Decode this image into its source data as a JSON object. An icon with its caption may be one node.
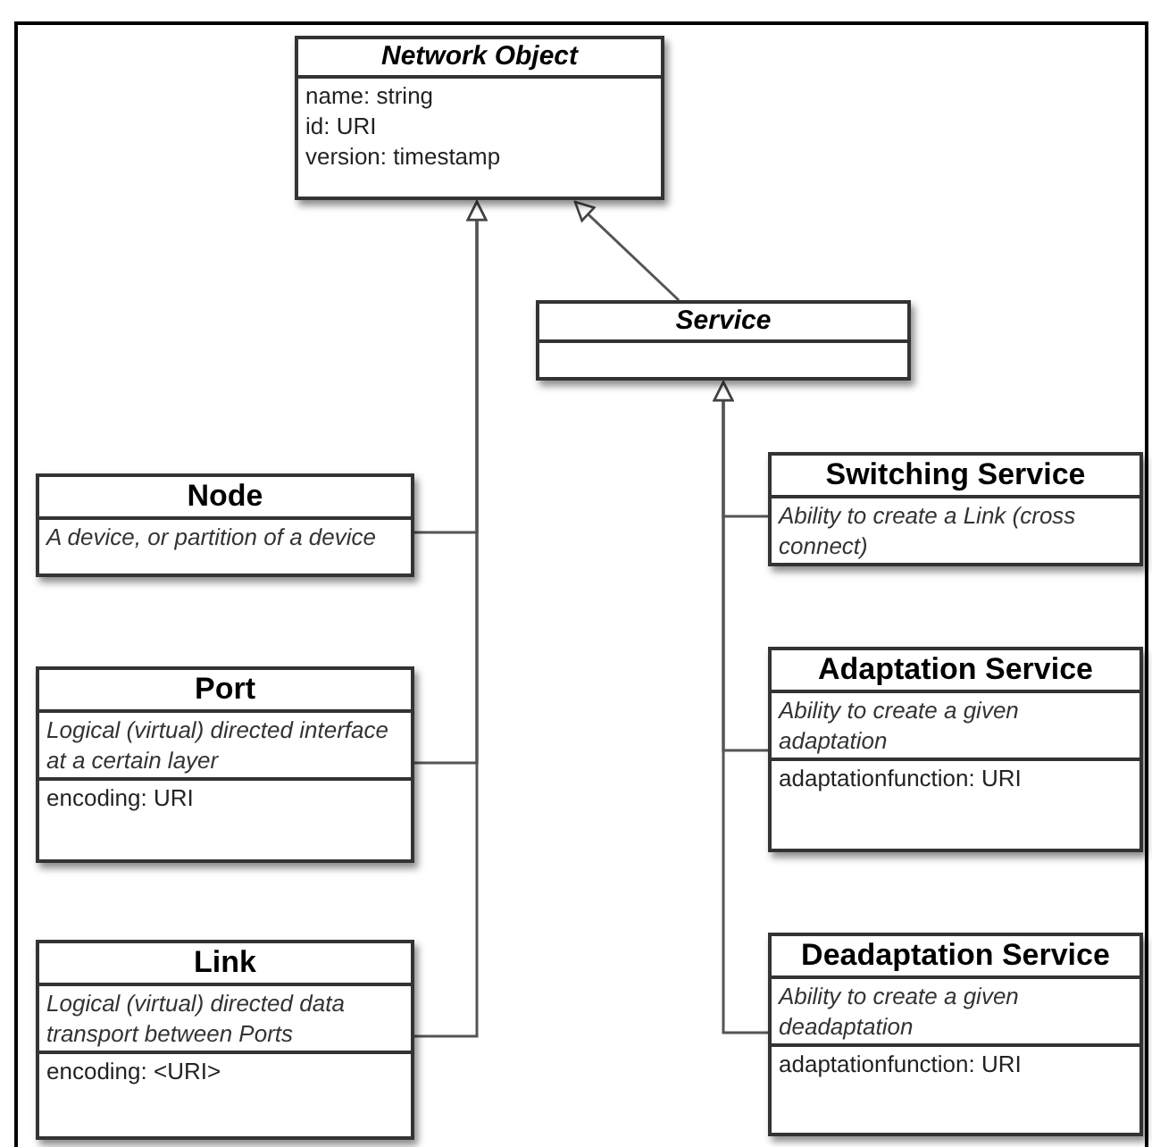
{
  "diagram": {
    "nodes": [
      {
        "text": [
          "Network Object",
          "name: string",
          "id: URI",
          "version: timestamp"
        ]
      },
      {
        "text": [
          "Service"
        ]
      },
      {
        "text": [
          "Node",
          "A device, or partition of a device"
        ]
      },
      {
        "text": [
          "Port",
          "Logical (virtual) directed interface at a certain layer",
          "encoding: URI"
        ]
      },
      {
        "text": [
          "Link",
          "Logical (virtual) directed data transport between Ports",
          "encoding: <URI>"
        ]
      },
      {
        "text": [
          "Switching Service",
          "Ability to create a Link (cross connect)"
        ]
      },
      {
        "text": [
          "Adaptation Service",
          "Ability to create a given adaptation",
          "adaptationfunction: URI"
        ]
      },
      {
        "text": [
          "Deadaptation Service",
          "Ability to create a given deadaptation",
          "adaptationfunction: URI"
        ]
      }
    ],
    "edges": [
      {
        "from": 1,
        "to": 0,
        "arrow": "to"
      },
      {
        "from": 2,
        "to": 0,
        "arrow": "to"
      },
      {
        "from": 3,
        "to": 0,
        "arrow": "to"
      },
      {
        "from": 4,
        "to": 0,
        "arrow": "to"
      },
      {
        "from": 5,
        "to": 1,
        "arrow": "to"
      },
      {
        "from": 6,
        "to": 1,
        "arrow": "to"
      },
      {
        "from": 7,
        "to": 1,
        "arrow": "to"
      }
    ]
  }
}
